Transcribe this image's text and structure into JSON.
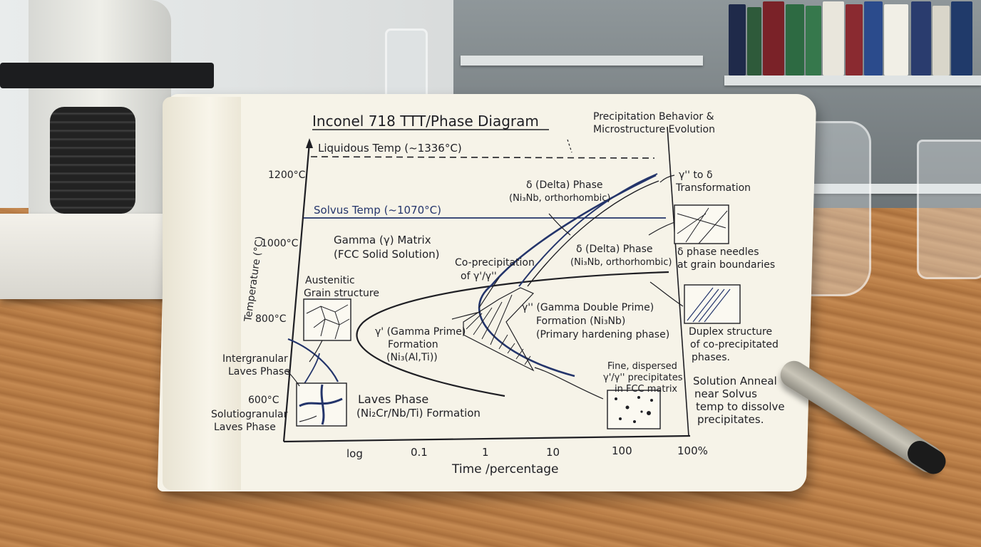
{
  "diagram": {
    "title": "Inconel 718 TTT/Phase Diagram",
    "subtitle_line1": "Precipitation Behavior &",
    "subtitle_line2": "Microstructure Evolution",
    "liquidus_label": "Liquidous Temp (~1336°C)",
    "solvus_label": "Solvus Temp (~1070°C)",
    "y_axis_label": "Temperature (°C)",
    "x_axis_label": "Time /percentage",
    "y_ticks": [
      "1200°C",
      "1000°C",
      "800°C",
      "600°C"
    ],
    "x_ticks": [
      "log",
      "0.1",
      "1",
      "10",
      "100",
      "100%"
    ],
    "gamma_matrix": [
      "Gamma (γ) Matrix",
      "(FCC Solid Solution)"
    ],
    "austenitic": [
      "Austenitic",
      "Grain structure"
    ],
    "intergranular": [
      "Intergranular",
      "Laves Phase"
    ],
    "solutiogranular": [
      "Solutiogranular",
      "Laves Phase"
    ],
    "laves_formation": [
      "Laves Phase",
      "(Ni₂Cr/Nb/Ti) Formation"
    ],
    "gamma_prime": [
      "γ' (Gamma Prime)",
      "Formation",
      "(Ni₃(Al,Ti))"
    ],
    "co_precip": [
      "Co-precipitation",
      "of γ'/γ''"
    ],
    "gamma_double_prime": [
      "γ'' (Gamma Double Prime)",
      "Formation (Ni₃Nb)",
      "(Primary hardening phase)"
    ],
    "delta_upper": [
      "δ (Delta) Phase",
      "(Ni₃Nb, orthorhombic)"
    ],
    "delta_lower": [
      "δ (Delta) Phase",
      "(Ni₃Nb, orthorhombic)"
    ],
    "transformation": [
      "γ'' to δ",
      "Transformation"
    ],
    "delta_needles": [
      "δ phase needles",
      "at grain boundaries"
    ],
    "duplex": [
      "Duplex structure",
      "of co-precipitated",
      "phases."
    ],
    "fine_dispersed": [
      "Fine, dispersed",
      "γ'/γ'' precipitates",
      "in FCC matrix"
    ],
    "solution_anneal": [
      "Solution Anneal",
      "near Solvus",
      "temp to dissolve",
      "precipitates."
    ]
  },
  "colors": {
    "ink": "#1f1f24",
    "blue_ink": "#24356b",
    "paper": "#f6f3e8",
    "table_wood": "#b77b45"
  }
}
